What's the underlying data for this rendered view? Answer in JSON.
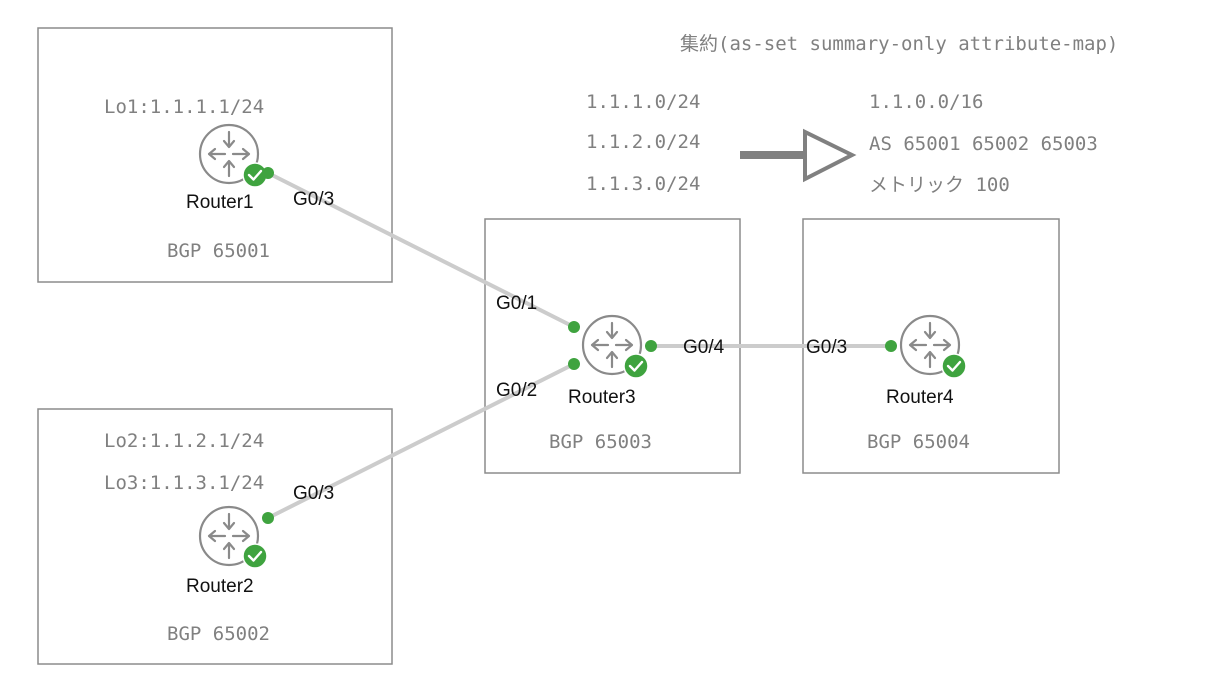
{
  "summary": {
    "title": "集約(as-set summary-only attribute-map)",
    "input_prefixes": [
      "1.1.1.0/24",
      "1.1.2.0/24",
      "1.1.3.0/24"
    ],
    "output": {
      "prefix": "1.1.0.0/16",
      "as_path": "AS 65001 65002 65003",
      "metric": "メトリック 100"
    },
    "arrow_icon": "hollow-right-arrow"
  },
  "routers": [
    {
      "name": "Router1",
      "as_label": "BGP 65001",
      "loopbacks": [
        "Lo1:1.1.1.1/24"
      ],
      "status": "ok",
      "ports": [
        {
          "label": "G0/3"
        }
      ]
    },
    {
      "name": "Router2",
      "as_label": "BGP 65002",
      "loopbacks": [
        "Lo2:1.1.2.1/24",
        "Lo3:1.1.3.1/24"
      ],
      "status": "ok",
      "ports": [
        {
          "label": "G0/3"
        }
      ]
    },
    {
      "name": "Router3",
      "as_label": "BGP 65003",
      "loopbacks": [],
      "status": "ok",
      "ports": [
        {
          "label": "G0/1"
        },
        {
          "label": "G0/2"
        },
        {
          "label": "G0/4"
        }
      ]
    },
    {
      "name": "Router4",
      "as_label": "BGP 65004",
      "loopbacks": [],
      "status": "ok",
      "ports": [
        {
          "label": "G0/3"
        }
      ]
    }
  ],
  "links": [
    {
      "from": "Router1 G0/3",
      "to": "Router3 G0/1"
    },
    {
      "from": "Router2 G0/3",
      "to": "Router3 G0/2"
    },
    {
      "from": "Router3 G0/4",
      "to": "Router4 G0/3"
    }
  ],
  "colors": {
    "port_up": "#3fa33f",
    "status_ok": "#3fa33f",
    "link": "#cccccc",
    "border": "#8c8c8c",
    "muted_text": "#808080"
  }
}
